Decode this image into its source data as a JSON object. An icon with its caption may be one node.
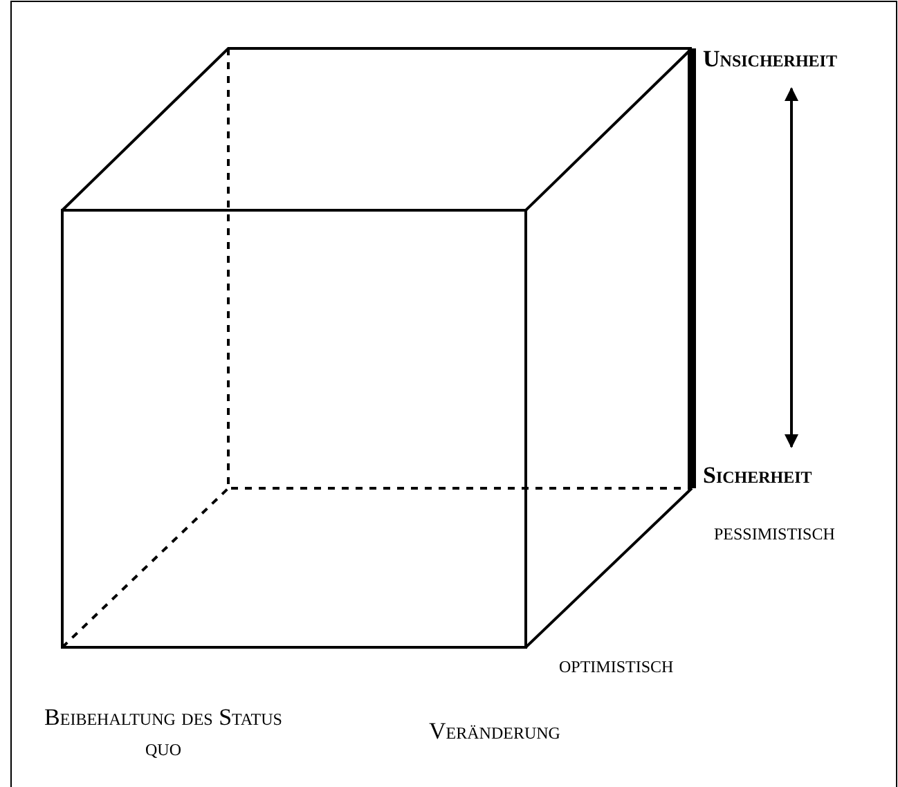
{
  "diagram": {
    "labels": [
      "Unsicherheit",
      "Sicherheit",
      "pessimistisch",
      "optimistisch",
      "Beibehaltung des Status quo",
      "Veränderung"
    ]
  }
}
